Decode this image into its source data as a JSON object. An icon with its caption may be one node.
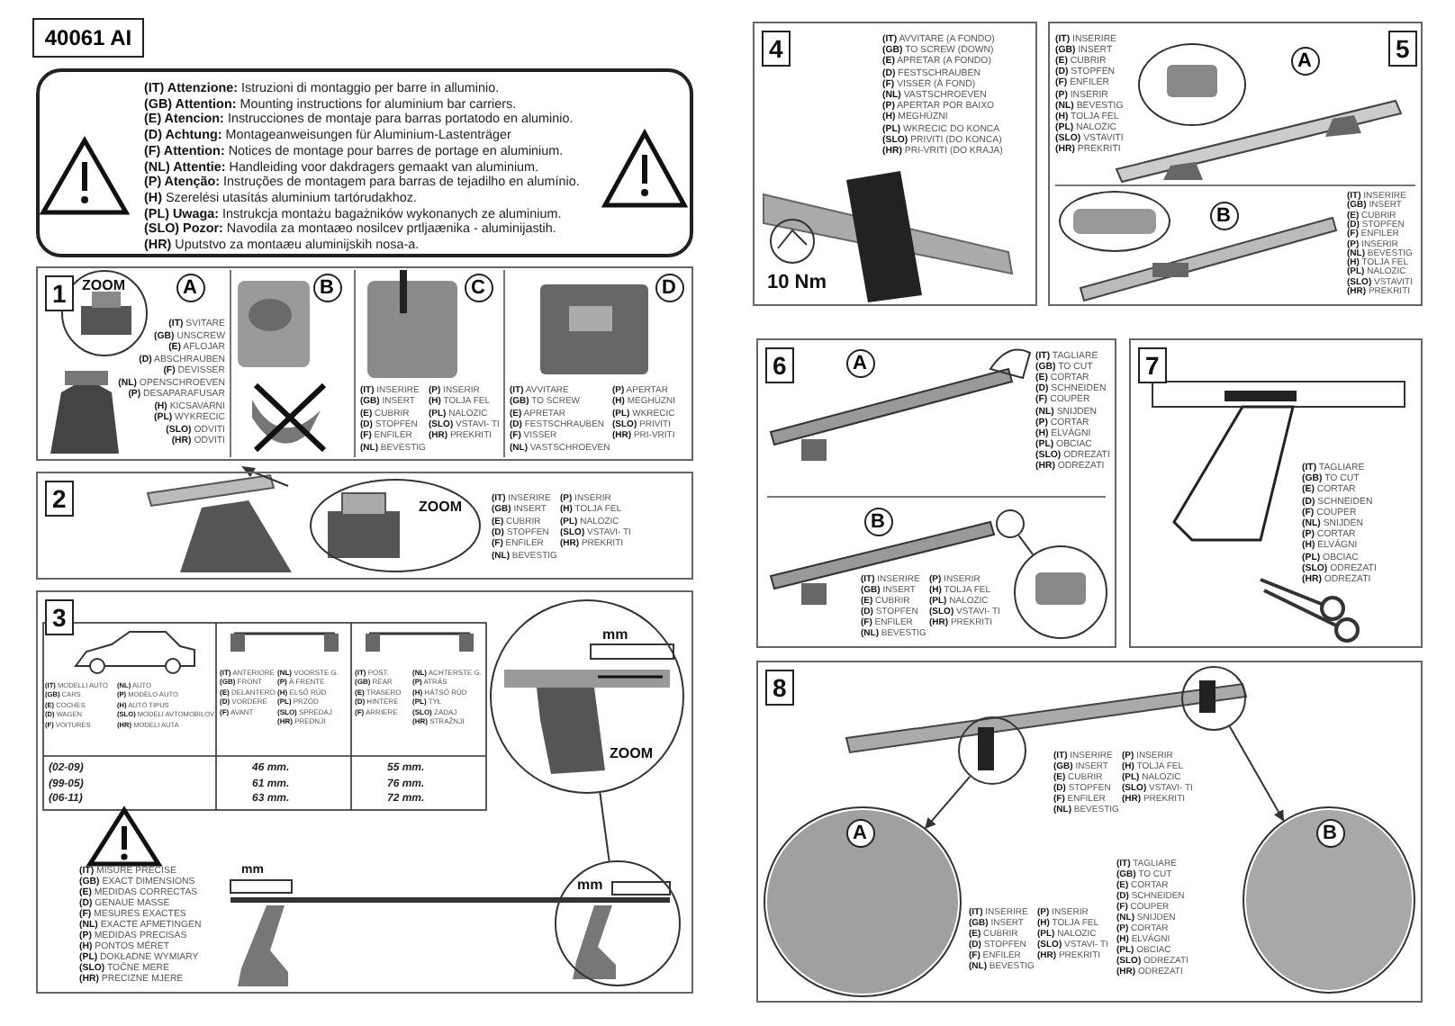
{
  "diagram": {
    "nodes": [
      {
        "text": [
          "40061 AI"
        ]
      },
      {
        "text": [
          "**(IT) Attenzione:** Istruzioni di montaggio per barre in alluminio.",
          "**(GB) Attention:** Mounting instructions for aluminium bar carriers.",
          "**(E) Atencion:** Instrucciones de montaje para barras portatodo en aluminio.",
          "**(D) Achtung:** Montageanweisungen für Aluminium-Lastenträger",
          "**(F) Attention:** Notices de montage pour barres de portage en aluminium.",
          "**(NL) Attentie:** Handleiding voor dakdragers gemaakt van aluminium.",
          "**(P) Atenção:** Instruções de montagem para barras de tejadilho en alumínio.",
          "**(H)** Szerelési utasítás aluminium tartórudakhoz.",
          "**(PL) Uwaga:** Instrukcja montażu bagażników wykonanych ze aluminium.",
          "**(SLO) Pozor:** Navodila za montaæo nosilcev prtljaænika - aluminijastih.",
          "**(HR)** Uputstvo za montaæu aluminijskih nosa-a."
        ]
      },
      {
        "text": [
          "1"
        ]
      },
      {
        "text": [
          "A"
        ],
        "in": 2
      },
      {
        "text": [
          "B"
        ],
        "in": 2
      },
      {
        "text": [
          "C"
        ],
        "in": 2
      },
      {
        "text": [
          "D"
        ],
        "in": 2
      },
      {
        "text": [
          "ZOOM"
        ],
        "in": 2
      },
      {
        "text": [
          "2"
        ]
      },
      {
        "text": [
          "ZOOM"
        ],
        "in": 8
      },
      {
        "text": [
          "3"
        ]
      },
      {
        "text": [
          "mm",
          "ZOOM"
        ],
        "in": 10
      },
      {
        "text": [
          "mm"
        ],
        "in": 10
      },
      {
        "text": [
          "4"
        ]
      },
      {
        "text": [
          "5"
        ]
      },
      {
        "text": [
          "A"
        ],
        "in": 14
      },
      {
        "text": [
          "B"
        ],
        "in": 14
      },
      {
        "text": [],
        "shape": "circle",
        "in": 14
      },
      {
        "text": [],
        "shape": "circle",
        "in": 14
      },
      {
        "text": [
          "6"
        ]
      },
      {
        "text": [
          "A"
        ],
        "in": 19
      },
      {
        "text": [
          "B"
        ],
        "in": 19
      },
      {
        "text": [],
        "shape": "circle",
        "in": 19
      },
      {
        "text": [],
        "shape": "circle",
        "in": 19
      },
      {
        "text": [
          "7"
        ]
      },
      {
        "text": [
          "8"
        ]
      },
      {
        "text": [],
        "shape": "circle",
        "in": 25
      },
      {
        "text": [],
        "shape": "circle",
        "in": 25
      },
      {
        "text": [
          "A"
        ],
        "in": 25
      },
      {
        "text": [
          "B"
        ],
        "in": 25
      }
    ],
    "edges": [
      {
        "from": 12,
        "to": 11,
        "arrow": "none"
      },
      {
        "from": 22,
        "to": 23,
        "arrow": "none"
      },
      {
        "from": 26,
        "to": 28,
        "arrow": "to"
      },
      {
        "from": 27,
        "to": 29,
        "arrow": "to"
      }
    ],
    "labels": [
      "**(IT)** SVITARE",
      "**(GB)** UNSCREW",
      "**(E)** AFLOJAR",
      "**(D)** ABSCHRAUBEN",
      "**(F)** DEVISSER",
      "**(NL)** OPENSCHROEVEN",
      "**(P)** DESAPARAFUSAR",
      "**(H)** KICSAVARNI",
      "**(PL)** WYKRECIC",
      "**(SLO)** ODVITI",
      "**(HR)** ODVITI",
      "**(IT)** INSERIRE",
      "**(GB)** INSERT",
      "**(E)** CUBRIR",
      "**(D)** STOPFEN",
      "**(F)** ENFILER",
      "**(NL)** BEVESTIG",
      "**(P)** INSERIR",
      "**(H)** TOLJA FEL",
      "**(PL)** NALOZIC",
      "**(SLO)** VSTAVI- TI",
      "**(HR)** PREKRITI",
      "**(IT)** AVVITARE",
      "**(GB)** TO SCREW",
      "**(E)** APRETAR",
      "**(D)** FESTSCHRAUBEN",
      "**(F)** VISSER",
      "**(NL)** VASTSCHROEVEN",
      "**(P)** APERTAR",
      "**(H)** MEGHÚZNI",
      "**(PL)** WKRECIC",
      "**(SLO)** PRIVITI",
      "**(HR)** PRI-VRITI",
      "**(IT)** INSERIRE",
      "**(GB)** INSERT",
      "**(E)** CUBRIR",
      "**(D)** STOPFEN",
      "**(F)** ENFILER",
      "**(NL)** BEVESTIG",
      "**(P)** INSERIR",
      "**(H)** TOLJA FEL",
      "**(PL)** NALOZIC",
      "**(SLO)** VSTAVI- TI",
      "**(HR)** PREKRITI",
      "**(IT)** MODELLI AUTO",
      "**(GB)** CARS",
      "**(E)** COCHES",
      "**(D)** WAGEN",
      "**(F)** VOITURES",
      "**(NL)** AUTO",
      "**(P)** MODELO AUTO",
      "**(H)** AUTÓ TIPUS",
      "**(SLO)** MODELI AVTOMOBILOV",
      "**(HR)** MODELI AUTA",
      "**(IT)** ANTERIORE",
      "**(GB)** FRONT",
      "**(E)** DELANTERO",
      "**(D)** VORDERE",
      "**(F)** AVANT",
      "**(NL)** VOORSTE G.",
      "**(P)** À FRENTE",
      "**(H)** ELSŐ RÚD",
      "**(PL)** PRZÓD",
      "**(SLO)** SPREDAJ",
      "**(HR)** PREDNJI",
      "**(IT)** POST.",
      "**(GB)** REAR",
      "**(E)** TRASERO",
      "**(D)** HINTERE",
      "**(F)** ARRIERE",
      "**(NL)** ACHTERSTE G.",
      "**(P)** ATRÁS",
      "**(H)** HÁTSÓ RÚD",
      "**(PL)** TYŁ",
      "**(SLO)** ZADAJ",
      "**(HR)** STRAŽNJI",
      "(02-09)",
      "46 mm.",
      "55 mm.",
      "(99-05)",
      "61 mm.",
      "76 mm.",
      "(06-11)",
      "63 mm.",
      "72 mm.",
      "**(IT)** MISURE PRECISE",
      "**(GB)** EXACT DIMENSIONS",
      "**(E)** MEDIDAS CORRECTAS",
      "**(D)** GENAUE MASSE",
      "**(F)** MESURES EXACTES",
      "**(NL)** EXACTE AFMETINGEN",
      "**(P)** MEDIDAS PRECISAS",
      "**(H)** PONTOS MÉRET",
      "**(PL)** DOKŁADNE WYMIARY",
      "**(SLO)** TOČNE MERE",
      "**(HR)** PRECIZNE MJERE",
      "mm",
      "**(IT)** AVVITARE (A FONDO)",
      "**(GB)** TO SCREW (DOWN)",
      "**(E)** APRETAR (A FONDO)",
      "**(D)** FESTSCHRAUBEN",
      "**(F)** VISSER (À FOND)",
      "**(NL)** VASTSCHROEVEN",
      "**(P)** APERTAR POR BAIXO",
      "**(H)** MEGHÚZNI",
      "**(PL)** WKRECIC DO KONCA",
      "**(SLO)** PRIVITI (DO KONCA)",
      "**(HR)** PRI-VRITI (DO KRAJA)",
      "10 Nm",
      "**(IT)** INSERIRE",
      "**(GB)** INSERT",
      "**(E)** CUBRIR",
      "**(D)** STOPFEN",
      "**(F)** ENFILER",
      "**(P)** INSERIR",
      "**(NL)** BEVESTIG",
      "**(H)** TOLJA FEL",
      "**(PL)** NALOZIC",
      "**(SLO)** VSTAVITI",
      "**(HR)** PREKRITI",
      "**(IT)** INSERIRE",
      "**(GB)** INSERT",
      "**(E)** CUBRIR",
      "**(D)** STOPFEN",
      "**(F)** ENFILER",
      "**(P)** INSERIR",
      "**(NL)** BEVESTIG",
      "**(H)** TOLJA FEL",
      "**(PL)** NALOZIC",
      "**(SLO)** VSTAVITI",
      "**(HR)** PREKRITI",
      "**(IT)** TAGLIARE",
      "**(GB)** TO CUT",
      "**(E)** CORTAR",
      "**(D)** SCHNEIDEN",
      "**(F)** COUPER",
      "**(NL)** SNIJDEN",
      "**(P)** CORTAR",
      "**(H)** ELVÁGNI",
      "**(PL)** OBCIAC",
      "**(SLO)** ODREZATI",
      "**(HR)** ODREZATI",
      "**(IT)** INSERIRE",
      "**(GB)** INSERT",
      "**(E)** CUBRIR",
      "**(D)** STOPFEN",
      "**(F)** ENFILER",
      "**(NL)** BEVESTIG",
      "**(P)** INSERIR",
      "**(H)** TOLJA FEL",
      "**(PL)** NALOZIC",
      "**(SLO)** VSTAVI- TI",
      "**(HR)** PREKRITI",
      "**(IT)** TAGLIARE",
      "**(GB)** TO CUT",
      "**(E)** CORTAR",
      "**(D)** SCHNEIDEN",
      "**(F)** COUPER",
      "**(NL)** SNIJDEN",
      "**(P)** CORTAR",
      "**(H)** ELVÁGNI",
      "**(PL)** OBCIAC",
      "**(SLO)** ODREZATI",
      "**(HR)** ODREZATI",
      "**(IT)** INSERIRE",
      "**(GB)** INSERT",
      "**(E)** CUBRIR",
      "**(D)** STOPFEN",
      "**(F)** ENFILER",
      "**(NL)** BEVESTIG",
      "**(P)** INSERIR",
      "**(H)** TOLJA FEL",
      "**(PL)** NALOZIC",
      "**(SLO)** VSTAVI- TI",
      "**(HR)** PREKRITI",
      "**(IT)** INSERIRE",
      "**(GB)** INSERT",
      "**(E)** CUBRIR",
      "**(D)** STOPFEN",
      "**(F)** ENFILER",
      "**(NL)** BEVESTIG",
      "**(P)** INSERIR",
      "**(H)** TOLJA FEL",
      "**(PL)** NALOZIC",
      "**(SLO)** VSTAVI- TI",
      "**(HR)** PREKRITI",
      "**(IT)** TAGLIARE",
      "**(GB)** TO CUT",
      "**(E)** CORTAR",
      "**(D)** SCHNEIDEN",
      "**(F)** COUPER",
      "**(NL)** SNIJDEN",
      "**(P)** CORTAR",
      "**(H)** ELVÁGNI",
      "**(PL)** OBCIAC",
      "**(SLO)** ODREZATI",
      "**(HR)** ODREZATI"
    ]
  }
}
